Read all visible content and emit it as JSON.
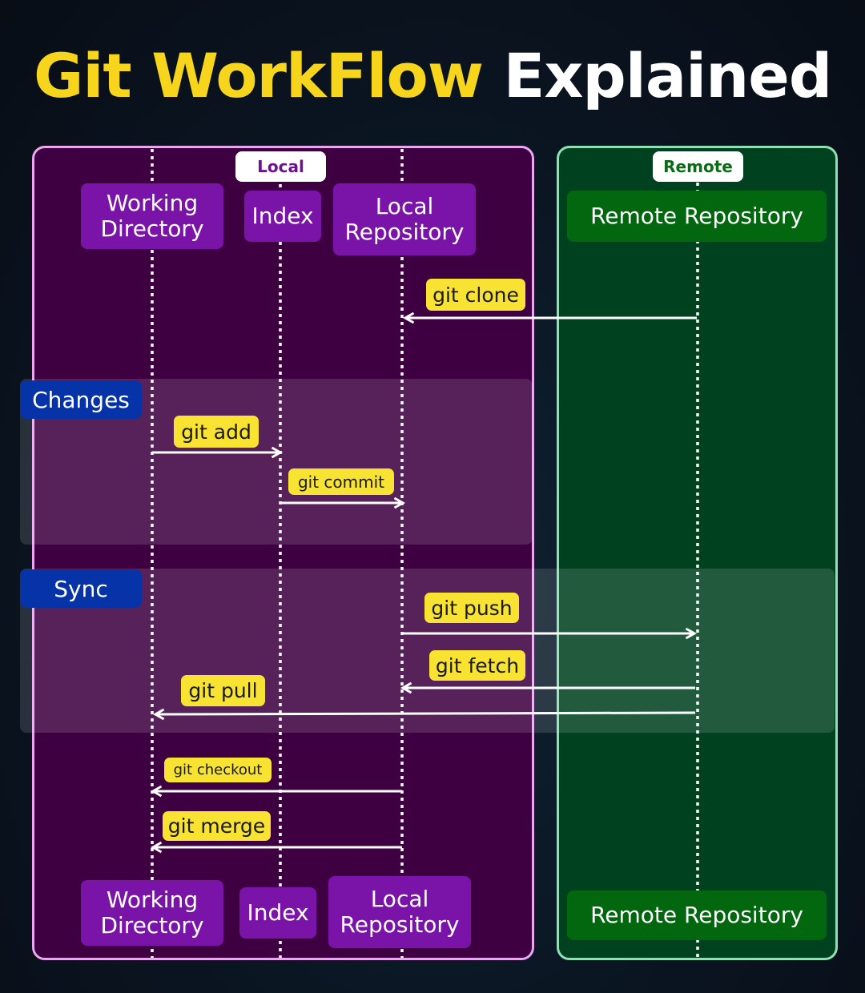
{
  "title": {
    "part1": "Git WorkFlow",
    "part2": "Explained"
  },
  "local": {
    "tag": "Local",
    "nodes": [
      "Working Directory",
      "Index",
      "Local Repository"
    ]
  },
  "remote": {
    "tag": "Remote",
    "node": "Remote Repository"
  },
  "sections": {
    "changes": "Changes",
    "sync": "Sync"
  },
  "commands": [
    {
      "label": "git clone",
      "from": "remote",
      "to": "local-repo"
    },
    {
      "label": "git add",
      "from": "working-dir",
      "to": "index"
    },
    {
      "label": "git commit",
      "from": "index",
      "to": "local-repo"
    },
    {
      "label": "git push",
      "from": "local-repo",
      "to": "remote"
    },
    {
      "label": "git fetch",
      "from": "remote",
      "to": "local-repo"
    },
    {
      "label": "git pull",
      "from": "remote",
      "to": "working-dir"
    },
    {
      "label": "git checkout",
      "from": "local-repo",
      "to": "working-dir"
    },
    {
      "label": "git merge",
      "from": "local-repo",
      "to": "working-dir"
    }
  ],
  "colors": {
    "yellow": "#f7d51d",
    "local_bg": "#3f0042",
    "remote_bg": "#00421f",
    "node_purple": "#7a14a8",
    "node_green": "#02670f",
    "section_blue": "#0733a8"
  }
}
